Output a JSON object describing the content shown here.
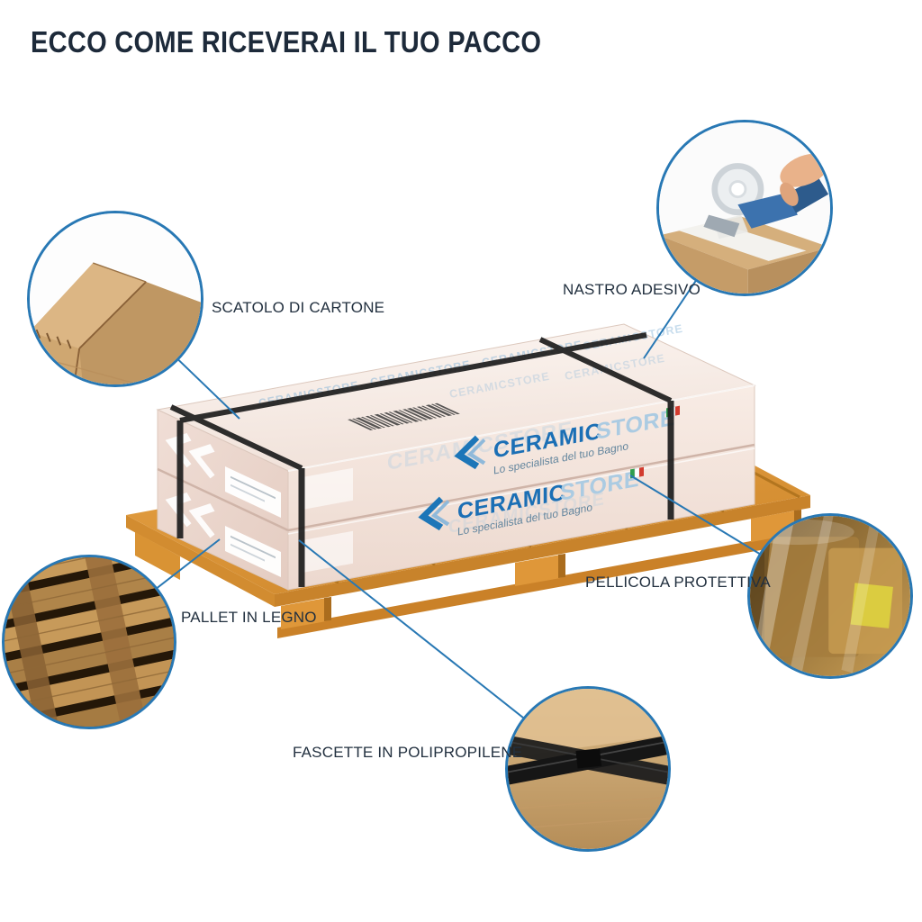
{
  "page": {
    "title": "ECCO COME RICEVERAI IL TUO PACCO"
  },
  "colors": {
    "accent_blue": "#2878b4",
    "navy_text": "#1d2a3a",
    "cardboard": "#d2ac79",
    "pallet_wood": "#e09a3e",
    "strap_black": "#1f1f1f",
    "box_face": "#f6eae3",
    "brand_blue": "#1b6fb5",
    "brand_light_blue": "#abcbe2"
  },
  "callouts": [
    {
      "id": "scatolo-di-cartone",
      "label": "SCATOLO DI CARTONE",
      "icon": "cardboard-box-corner-photo"
    },
    {
      "id": "nastro-adesivo",
      "label": "NASTRO ADESIVO",
      "icon": "tape-gun-photo"
    },
    {
      "id": "pellicola-protettiva",
      "label": "PELLICOLA PROTETTIVA",
      "icon": "protective-film-photo"
    },
    {
      "id": "pallet-in-legno",
      "label": "PALLET IN LEGNO",
      "icon": "wooden-pallet-photo"
    },
    {
      "id": "fascette-in-polipropilene",
      "label": "FASCETTE IN POLIPROPILENE",
      "icon": "strapping-bands-photo"
    }
  ],
  "illustration": {
    "brand": "CERAMIC",
    "brand_suffix": "STORE",
    "tagline": "Lo specialista del tuo Bagno",
    "watermark": "CERAMICSTORE"
  }
}
